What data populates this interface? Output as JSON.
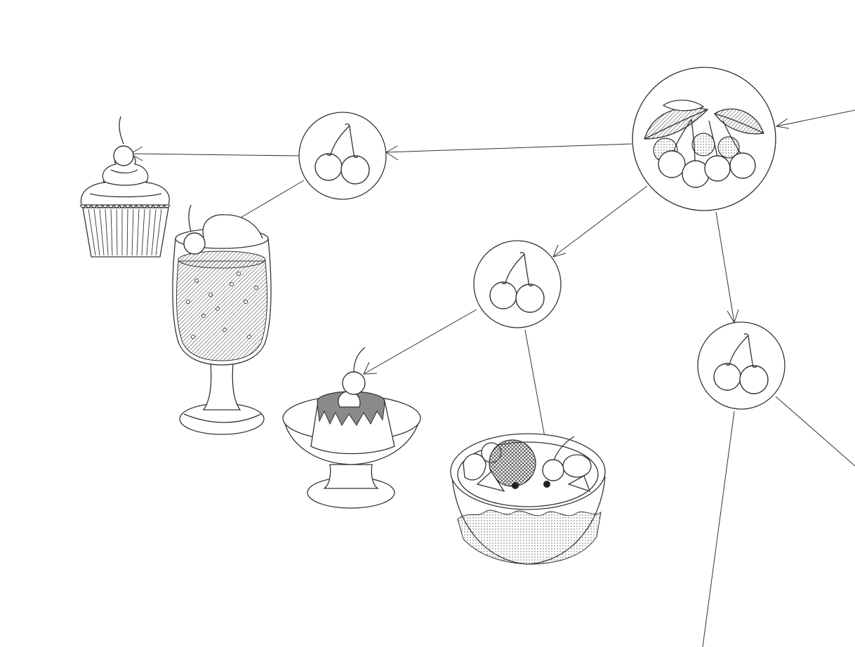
{
  "diagram": {
    "line_color": "#333333",
    "background": "#ffffff",
    "fill_tone": "#8a8a8a",
    "nodes": [
      {
        "id": "cherry-branch",
        "icon": "cherry-branch-icon"
      },
      {
        "id": "cherry-a",
        "icon": "cherry-icon"
      },
      {
        "id": "cherry-b",
        "icon": "cherry-icon"
      },
      {
        "id": "cherry-c",
        "icon": "cherry-icon"
      },
      {
        "id": "cupcake",
        "icon": "cupcake-icon"
      },
      {
        "id": "cream-soda",
        "icon": "cream-soda-icon"
      },
      {
        "id": "pudding",
        "icon": "pudding-icon"
      },
      {
        "id": "fruit-bowl",
        "icon": "fruit-bowl-icon"
      }
    ],
    "edges": [
      {
        "from": "offscreen-right",
        "to": "cherry-branch"
      },
      {
        "from": "cherry-branch",
        "to": "cherry-a"
      },
      {
        "from": "cherry-branch",
        "to": "cherry-b"
      },
      {
        "from": "cherry-branch",
        "to": "cherry-c"
      },
      {
        "from": "cherry-a",
        "to": "cupcake"
      },
      {
        "from": "cherry-a",
        "to": "cream-soda"
      },
      {
        "from": "cherry-b",
        "to": "pudding"
      },
      {
        "from": "cherry-b",
        "to": "fruit-bowl"
      },
      {
        "from": "cherry-c",
        "to": "offscreen-bottom"
      },
      {
        "from": "cherry-c",
        "to": "offscreen-right"
      }
    ]
  }
}
